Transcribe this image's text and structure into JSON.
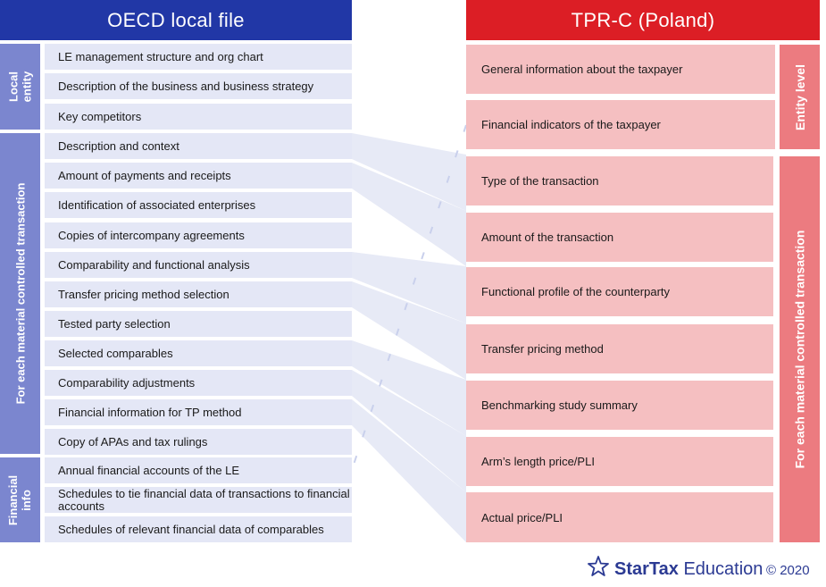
{
  "left_header": "OECD local file",
  "right_header": "TPR-C (Poland)",
  "left_groups": [
    "Local entity",
    "For each material controlled transaction",
    "Financial info"
  ],
  "left_items": [
    "LE management structure and org chart",
    "Description of the business and business strategy",
    "Key competitors",
    "Description and context",
    "Amount of payments and receipts",
    "Identification of associated enterprises",
    "Copies of intercompany agreements",
    "Comparability and functional analysis",
    "Transfer pricing method selection",
    "Tested party selection",
    "Selected comparables",
    "Comparability adjustments",
    "Financial information for TP method",
    "Copy of APAs and tax rulings",
    "Annual financial accounts of the LE",
    "Schedules to tie financial data of transactions to financial accounts",
    "Schedules of relevant financial data of comparables"
  ],
  "right_items": [
    "General information about the taxpayer",
    "Financial indicators of the taxpayer",
    "Type of the transaction",
    "Amount of the transaction",
    "Functional profile of the counterparty",
    "Transfer pricing method",
    "Benchmarking study summary",
    "Arm’s length price/PLI",
    "Actual price/PLI"
  ],
  "right_groups": [
    "Entity level",
    "For each material controlled transaction"
  ],
  "footer": {
    "brand_bold": "StarTax",
    "brand_light": "Education",
    "logo_icon": "star-icon",
    "copyright": "© 2020"
  },
  "colors": {
    "oecd_blue": "#2137a6",
    "poland_red": "#dc1e25",
    "left_group_fill": "#7b86cf",
    "left_row_fill": "#e4e7f6",
    "right_row_fill": "#f5bfc1",
    "right_group_fill": "#ec7b80",
    "connector_fill": "#dfe3f3"
  }
}
